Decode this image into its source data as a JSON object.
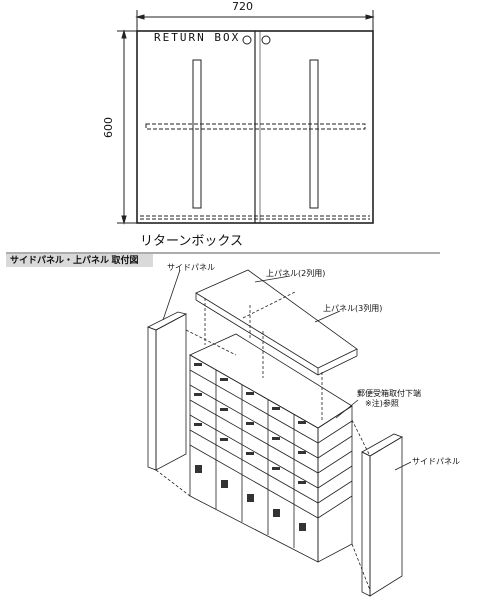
{
  "drawing": {
    "width_dim": "720",
    "height_dim": "600",
    "stamp": "RETURN BOX",
    "caption": "リターンボックス"
  },
  "section": {
    "title": "サイドパネル・上パネル 取付図"
  },
  "callouts": {
    "side_panel_left": "サイドパネル",
    "top_panel_2": "上パネル(2列用)",
    "top_panel_3": "上パネル(3列用)",
    "postal_line1": "郵便受箱取付下端",
    "postal_line2": "※注)参照",
    "side_panel_right": "サイドパネル"
  }
}
